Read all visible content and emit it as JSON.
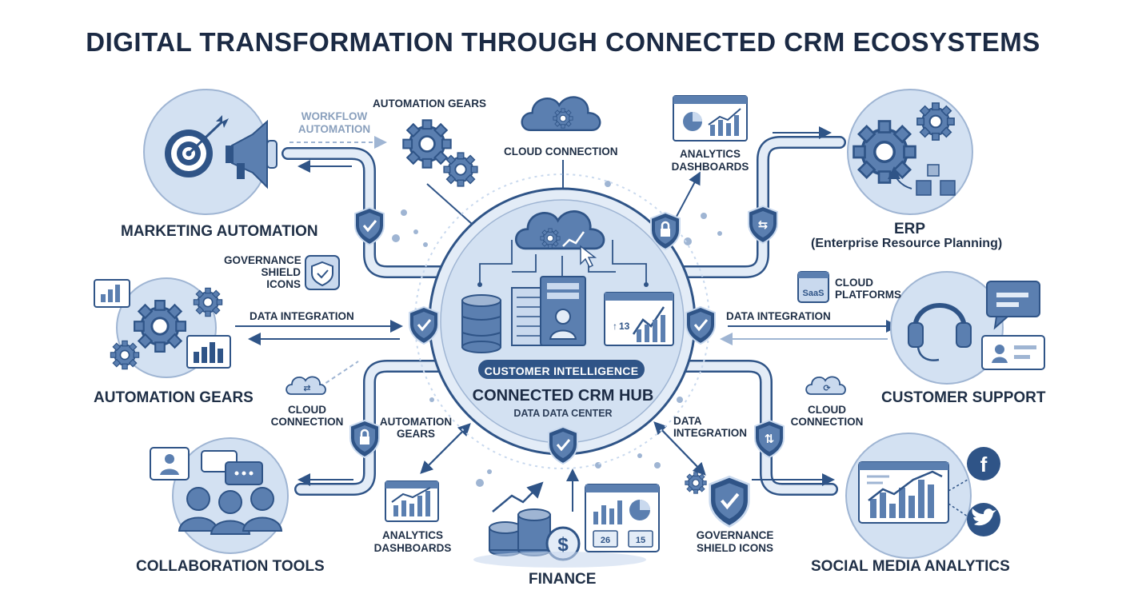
{
  "title": "DIGITAL TRANSFORMATION THROUGH CONNECTED CRM ECOSYSTEMS",
  "colors": {
    "dark": "#2f5487",
    "mid": "#5b7fb0",
    "light": "#c9d9ee",
    "pale": "#e3ecf7",
    "text": "#1b2a44"
  },
  "hub": {
    "badge": "CUSTOMER INTELLIGENCE",
    "title": "CONNECTED CRM HUB",
    "subtitle": "DATA DATA CENTER",
    "mini_chart_value": "13"
  },
  "nodes": {
    "marketing": "MARKETING AUTOMATION",
    "erp_title": "ERP",
    "erp_subtitle": "(Enterprise Resource Planning)",
    "automation_gears": "AUTOMATION GEARS",
    "customer_support": "CUSTOMER SUPPORT",
    "collaboration": "COLLABORATION TOOLS",
    "finance": "FINANCE",
    "social": "SOCIAL MEDIA ANALYTICS"
  },
  "labels": {
    "workflow_1": "WORKFLOW",
    "workflow_2": "AUTOMATION",
    "automation_gears_top": "AUTOMATION GEARS",
    "cloud_connection_top": "CLOUD CONNECTION",
    "analytics_top_1": "ANALYTICS",
    "analytics_top_2": "DASHBOARDS",
    "governance_1": "GOVERNANCE",
    "governance_2": "SHIELD",
    "governance_3": "ICONS",
    "data_integration_left": "DATA INTEGRATION",
    "data_integration_right": "DATA INTEGRATION",
    "cloud_platforms_1": "CLOUD",
    "cloud_platforms_2": "PLATFORMS",
    "saas": "SaaS",
    "cloud_conn_left_1": "CLOUD",
    "cloud_conn_left_2": "CONNECTION",
    "automation_gears_low_1": "AUTOMATION",
    "automation_gears_low_2": "GEARS",
    "data_integration_low_1": "DATA",
    "data_integration_low_2": "INTEGRATION",
    "cloud_conn_right_1": "CLOUD",
    "cloud_conn_right_2": "CONNECTION",
    "analytics_low_1": "ANALYTICS",
    "analytics_low_2": "DASHBOARDS",
    "governance_low_1": "GOVERNANCE",
    "governance_low_2": "SHIELD ICONS",
    "finance_badge_1": "26",
    "finance_badge_2": "15",
    "dollar": "$"
  }
}
